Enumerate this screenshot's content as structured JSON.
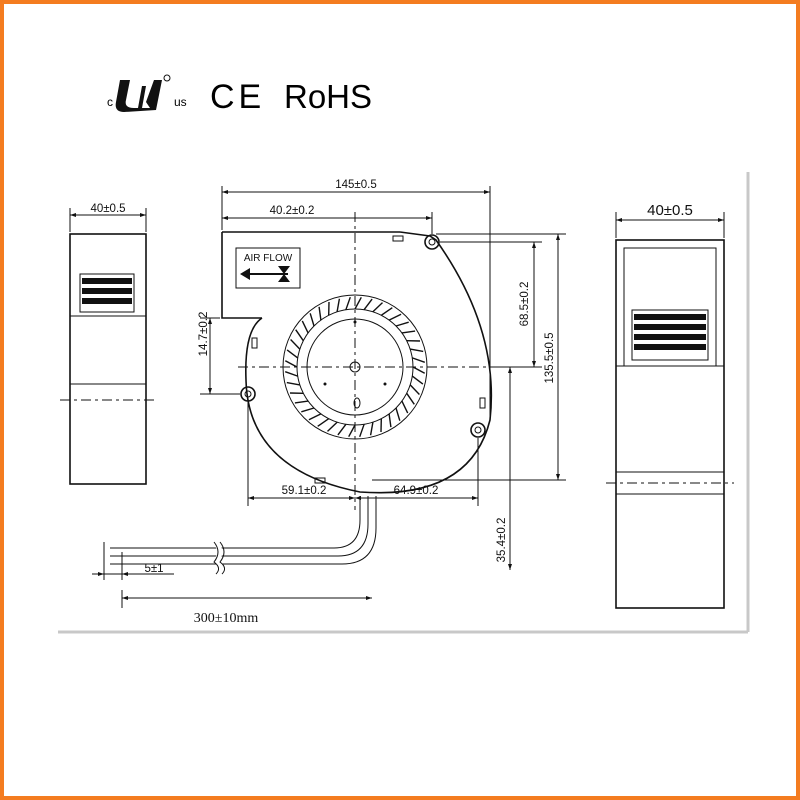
{
  "certifications": {
    "ul_c": "c",
    "ul_us": "us",
    "ce": "CE",
    "rohs": "RoHS"
  },
  "brand_color": "#f47c20",
  "labels": {
    "airflow": "AIR FLOW"
  },
  "dimensions": {
    "left_width": "40±0.5",
    "right_width": "40±0.5",
    "total_width": "145±0.5",
    "inlet_offset": "40.2±0.2",
    "tab_height": "14.7±0.2",
    "outlet_height": "68.5±0.2",
    "total_height": "135.5±0.5",
    "hole_left": "59.1±0.2",
    "hole_right": "64.9±0.2",
    "hole_depth": "35.4±0.2",
    "strip_length": "5±1",
    "cable_length": "300±10mm"
  }
}
